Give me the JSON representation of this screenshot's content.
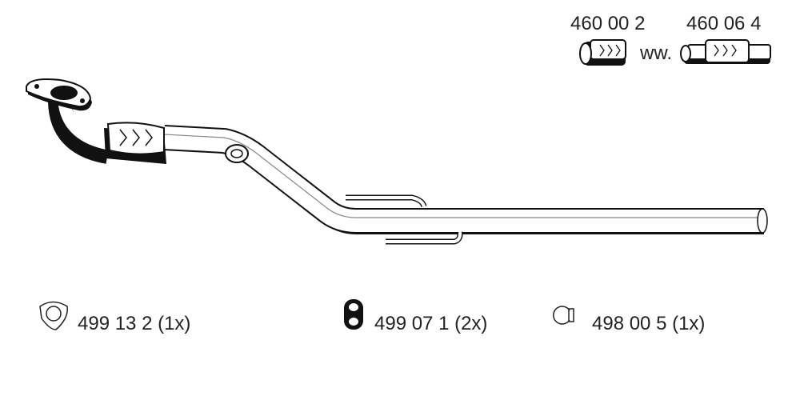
{
  "alternatives": {
    "part_a": "460 00 2",
    "separator": "ww.",
    "part_b": "460 06 4"
  },
  "parts": [
    {
      "icon": "gasket-icon",
      "label": "499 13 2 (1x)"
    },
    {
      "icon": "rubber-hanger-icon",
      "label": "499 07 1 (2x)"
    },
    {
      "icon": "clamp-icon",
      "label": "498 00 5 (1x)"
    }
  ]
}
